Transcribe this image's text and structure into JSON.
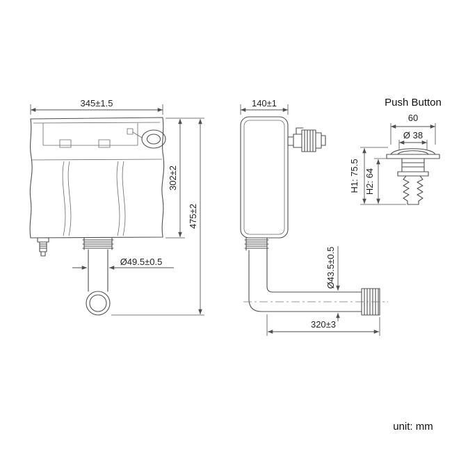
{
  "colors": {
    "line": "#4f4f4f",
    "text": "#1f1f1f",
    "background": "#ffffff"
  },
  "front_view": {
    "width_dim": "345±1.5",
    "body_height_dim": "302±2",
    "total_height_dim": "475±2",
    "outlet_diameter_dim": "Ø49.5±0.5"
  },
  "side_view": {
    "depth_dim": "140±1",
    "pipe_diameter_dim": "Ø43.5±0.5",
    "pipe_length_dim": "320±3"
  },
  "push_button": {
    "title": "Push Button",
    "width_dim": "60",
    "diameter_dim": "Ø 38",
    "h1_dim": "H1: 75.5",
    "h2_dim": "H2: 64"
  },
  "footer": {
    "unit_note": "unit: mm"
  }
}
